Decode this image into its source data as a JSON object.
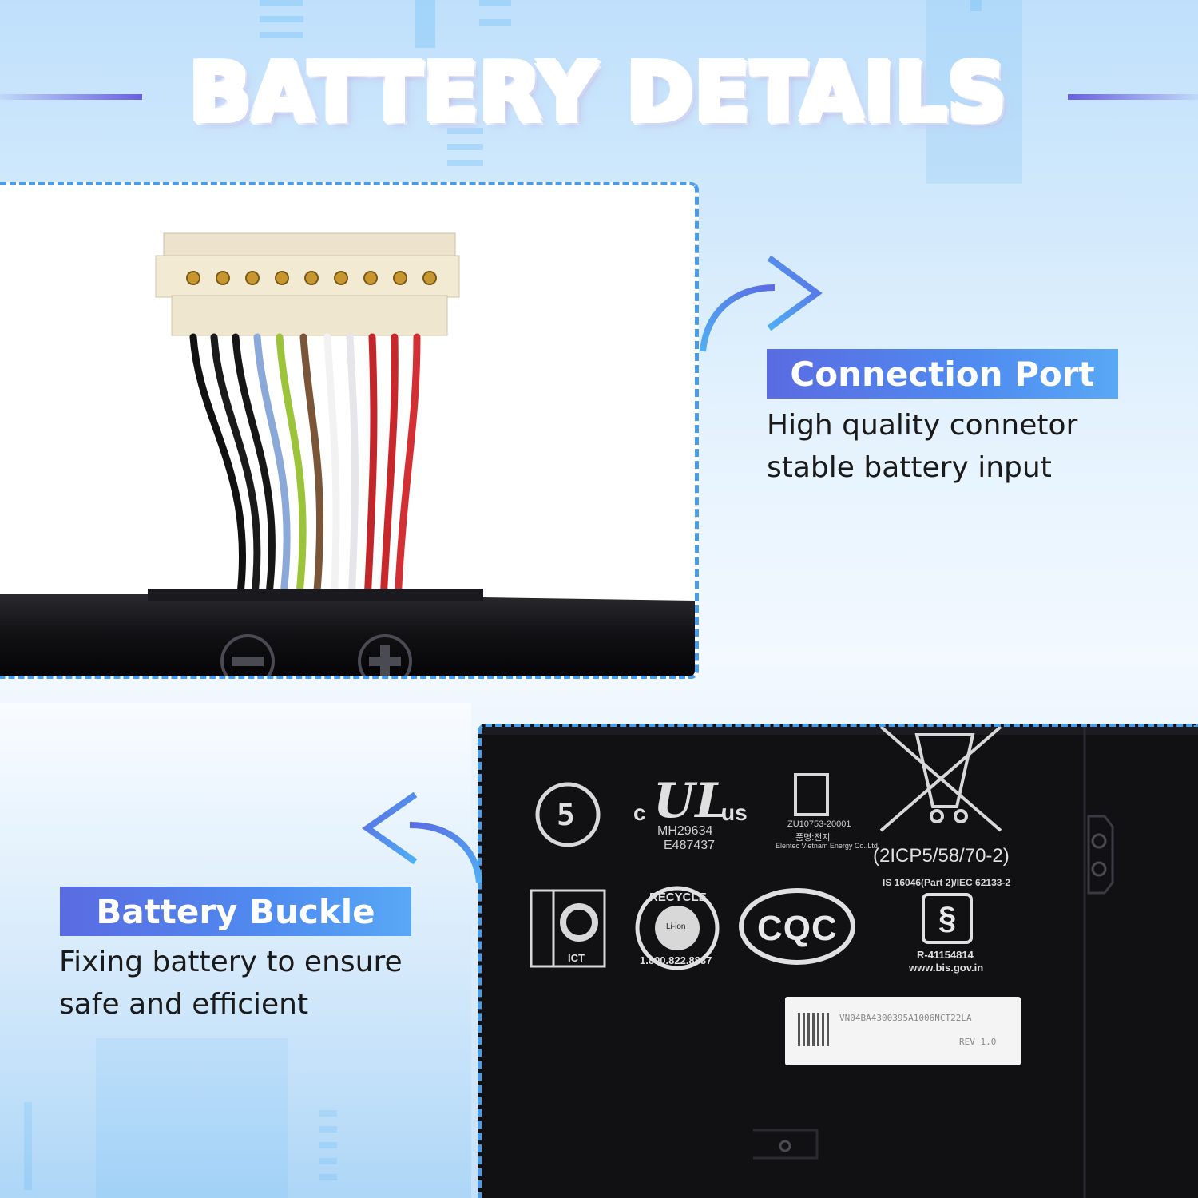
{
  "title": "BATTERY DETAILS",
  "connection": {
    "heading": "Connection Port",
    "line1": "High quality connetor",
    "line2": "stable battery input"
  },
  "buckle": {
    "heading": "Battery Buckle",
    "line1": "Fixing battery to ensure",
    "line2": "safe and efficient"
  },
  "battery_label": {
    "ul_prefix": "c",
    "ul_suffix": "us",
    "ul_code1": "MH29634",
    "ul_code2": "E487437",
    "kc_code": "ZU10753-20001",
    "kc_name": "품명:전지",
    "kc_maker": "Elentec Vietnam Energy Co.,Ltd",
    "cell_spec": "(2ICP5/58/70-2)",
    "standard": "IS 16046(Part 2)/IEC 62133-2",
    "bis_code": "R-41154814",
    "bis_site": "www.bis.gov.in",
    "ict": "ICT",
    "recycle_top": "RECYCLE",
    "recycle_phone": "1.800.822.8837",
    "recycle_inner": "Li-ion",
    "cqc": "CQC",
    "recycle_num": "5",
    "serial": "VN04BA4300395A1006NCT22LA",
    "rev": "REV 1.0"
  },
  "colors": {
    "accent_blue": "#4a9be8",
    "label_gradient_start": "#5a6be2",
    "label_gradient_end": "#59a8f5",
    "battery_black": "#111113"
  },
  "icons": [
    "curved-arrow-right-icon",
    "curved-arrow-left-icon",
    "minus-terminal-icon",
    "plus-terminal-icon"
  ]
}
